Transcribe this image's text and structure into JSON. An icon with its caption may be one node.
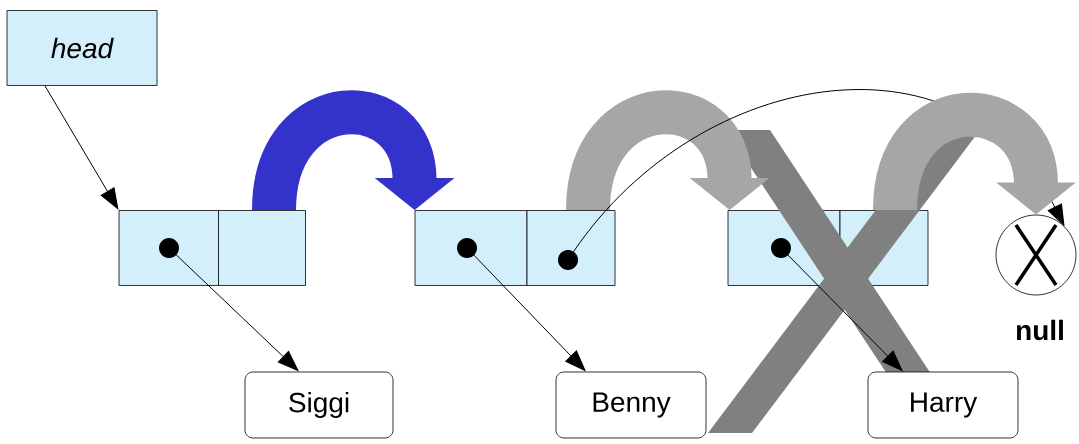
{
  "diagram": {
    "nodes": [
      {
        "text": [
          "head"
        ]
      },
      {
        "text": [],
        "shape": "box"
      },
      {
        "text": [],
        "shape": "box"
      },
      {
        "text": [],
        "shape": "box"
      },
      {
        "text": [],
        "shape": "box"
      },
      {
        "text": [],
        "shape": "box"
      },
      {
        "text": [],
        "shape": "box"
      },
      {
        "text": [],
        "shape": "circle",
        "beside": [
          "null"
        ]
      },
      {
        "text": [
          "Siggi"
        ]
      },
      {
        "text": [
          "Benny"
        ]
      },
      {
        "text": [
          "Harry"
        ]
      }
    ],
    "edges": [
      {
        "from": 0,
        "to": 1,
        "arrow": "to"
      },
      {
        "from": 2,
        "to": 3,
        "arrow": "to",
        "style": "thick",
        "color": "#3333cc"
      },
      {
        "from": 1,
        "to": 8,
        "arrow": "to"
      },
      {
        "from": 4,
        "to": 5,
        "arrow": "to",
        "style": "thick",
        "color": "#a6a6a6"
      },
      {
        "from": 3,
        "to": 9,
        "arrow": "to"
      },
      {
        "from": 4,
        "to": 7,
        "arrow": "to"
      },
      {
        "from": 6,
        "to": 7,
        "arrow": "to",
        "style": "thick",
        "color": "#a6a6a6"
      },
      {
        "from": 5,
        "to": 10,
        "arrow": "to"
      }
    ]
  }
}
